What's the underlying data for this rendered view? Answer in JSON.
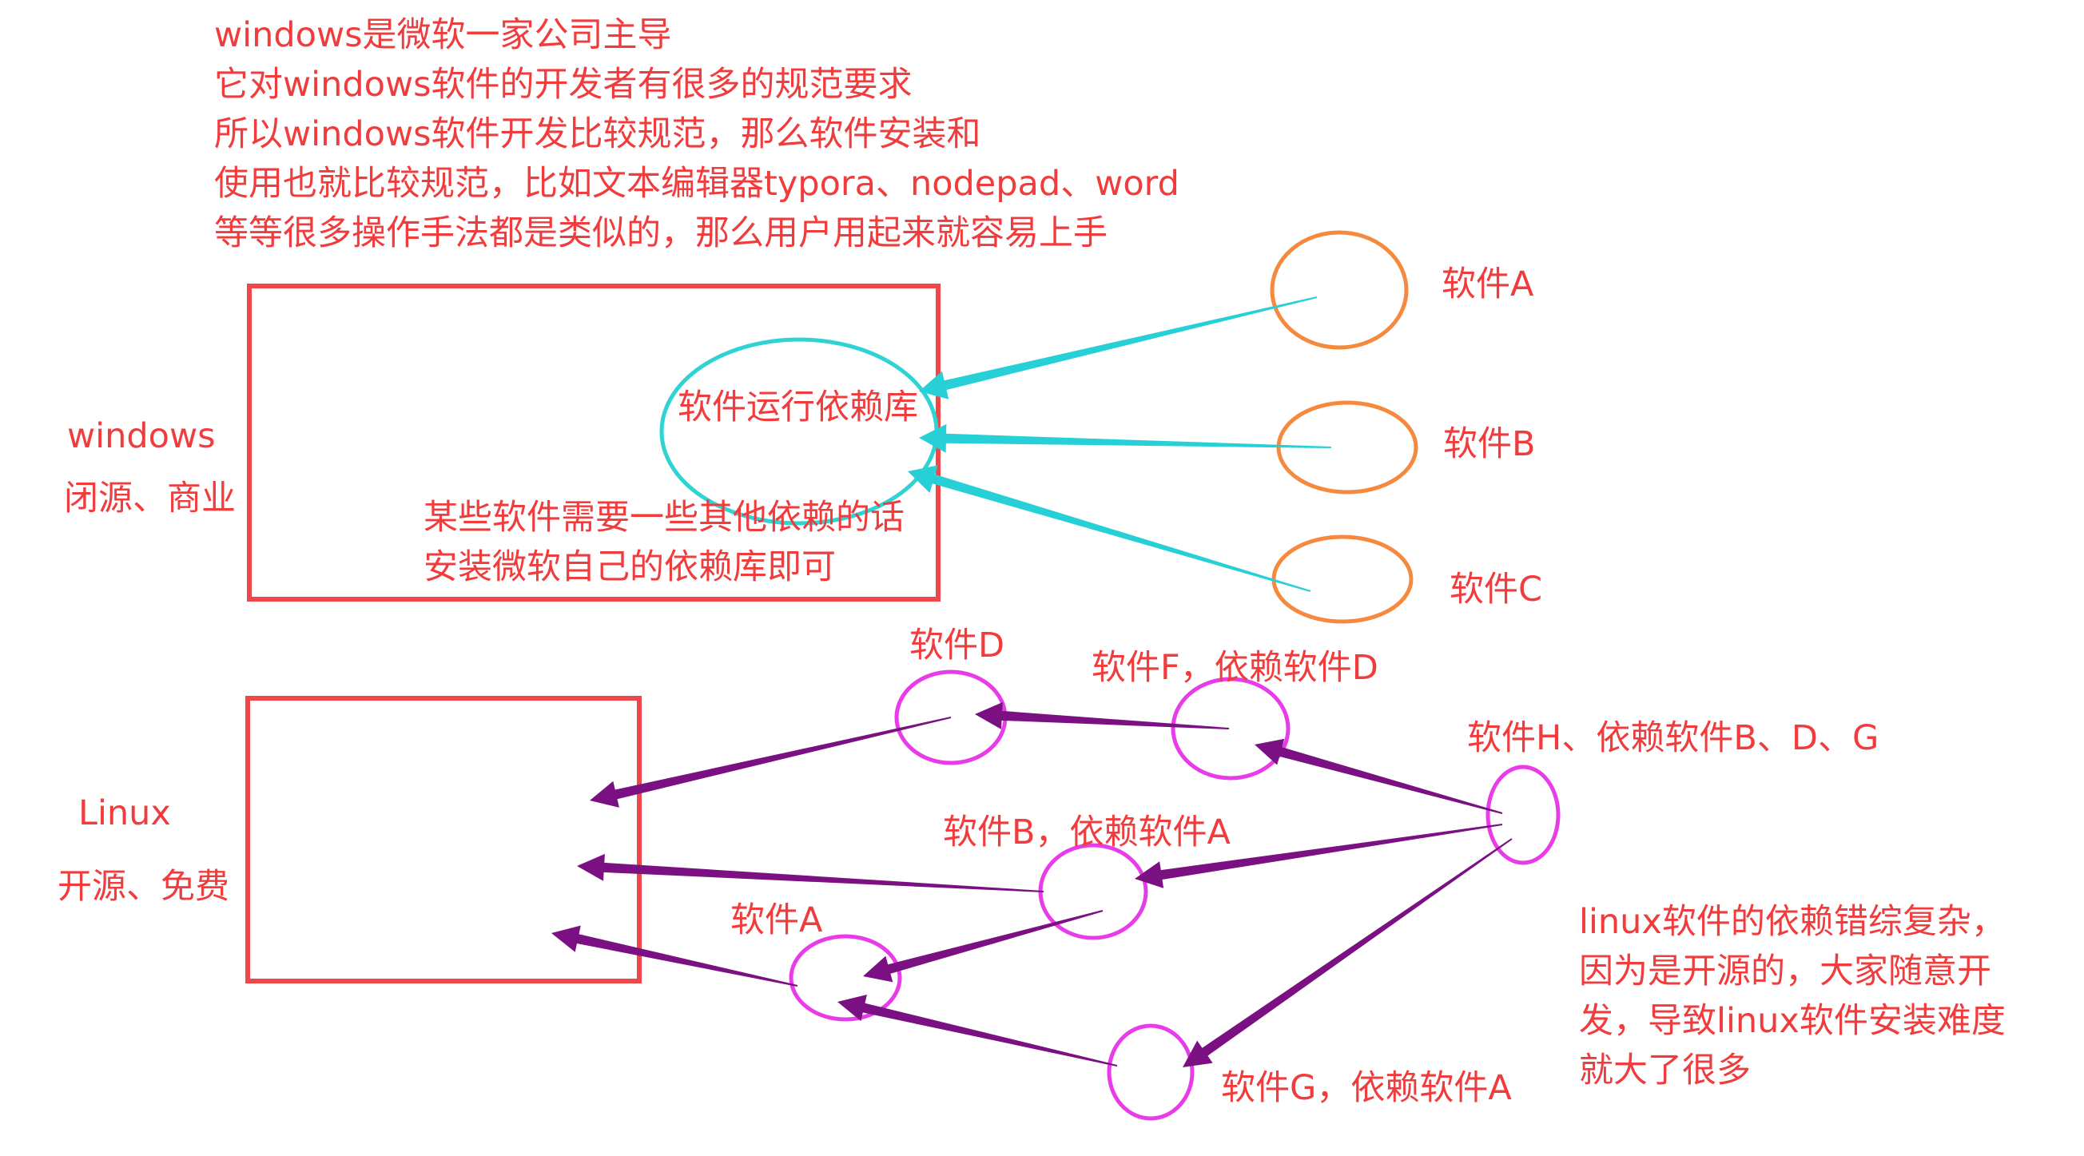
{
  "colors": {
    "text": "#f03c3c",
    "box": "#f04848",
    "windows_lib_circle": "#2fd3d3",
    "windows_app_circle": "#f5893e",
    "windows_arrow": "#27d0d6",
    "linux_circle": "#e93ce9",
    "linux_arrow": "#7a1082"
  },
  "icons": {
    "arrowhead": "arrowhead-icon"
  },
  "top_notes": [
    "windows是微软一家公司主导",
    "它对windows软件的开发者有很多的规范要求",
    "所以windows软件开发比较规范，那么软件安装和",
    "使用也就比较规范，比如文本编辑器typora、nodepad、word",
    "等等很多操作手法都是类似的，那么用户用起来就容易上手"
  ],
  "windows_section": {
    "title": "windows",
    "subtitle": "闭源、商业",
    "dependency_library": "软件运行依赖库",
    "box_note": [
      "某些软件需要一些其他依赖的话",
      "安装微软自己的依赖库即可"
    ],
    "apps": [
      "软件A",
      "软件B",
      "软件C"
    ]
  },
  "linux_section": {
    "title": "Linux",
    "subtitle": "开源、免费",
    "nodes": {
      "d": "软件D",
      "f": "软件F，依赖软件D",
      "h": "软件H、依赖软件B、D、G",
      "b": "软件B，依赖软件A",
      "a": "软件A",
      "g": "软件G，依赖软件A"
    },
    "note": [
      "linux软件的依赖错综复杂，",
      "因为是开源的，大家随意开",
      "发，导致linux软件安装难度",
      "就大了很多"
    ]
  }
}
